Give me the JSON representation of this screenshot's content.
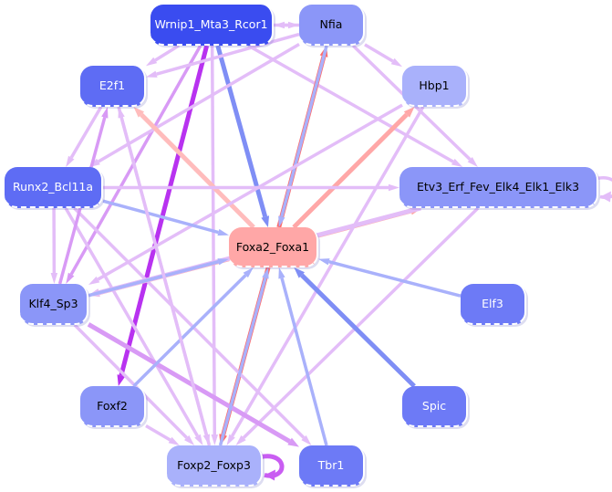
{
  "title": "Transcription factor regulatory network",
  "nodes": [
    {
      "id": "wrnip1",
      "label": "Wrnip1_Mta3_Rcor1",
      "color": "#3a4cf0",
      "text": "#ffffff"
    },
    {
      "id": "nfia",
      "label": "Nfia",
      "color": "#8b96f8",
      "text": "#000000"
    },
    {
      "id": "e2f1",
      "label": "E2f1",
      "color": "#5e6cf4",
      "text": "#ffffff"
    },
    {
      "id": "hbp1",
      "label": "Hbp1",
      "color": "#a9b1fb",
      "text": "#000000"
    },
    {
      "id": "runx2",
      "label": "Runx2_Bcl11a",
      "color": "#5e6cf4",
      "text": "#ffffff"
    },
    {
      "id": "etv3",
      "label": "Etv3_Erf_Fev_Elk4_Elk1_Elk3",
      "color": "#8b96f8",
      "text": "#000000"
    },
    {
      "id": "foxa2",
      "label": "Foxa2_Foxa1",
      "color": "#ffa7a7",
      "text": "#000000"
    },
    {
      "id": "klf4",
      "label": "Klf4_Sp3",
      "color": "#8b96f8",
      "text": "#000000"
    },
    {
      "id": "elf3",
      "label": "Elf3",
      "color": "#6d7af6",
      "text": "#ffffff"
    },
    {
      "id": "foxf2",
      "label": "Foxf2",
      "color": "#8b96f8",
      "text": "#000000"
    },
    {
      "id": "spic",
      "label": "Spic",
      "color": "#6d7af6",
      "text": "#ffffff"
    },
    {
      "id": "foxp2",
      "label": "Foxp2_Foxp3",
      "color": "#a9b1fb",
      "text": "#000000"
    },
    {
      "id": "tbr1",
      "label": "Tbr1",
      "color": "#6d7af6",
      "text": "#ffffff"
    }
  ],
  "edges": [
    {
      "from": "wrnip1",
      "to": "foxf2",
      "color": "#b832f0",
      "weight": "strong"
    },
    {
      "from": "wrnip1",
      "to": "foxa2",
      "color": "#7f8ef5",
      "weight": "strong"
    },
    {
      "from": "wrnip1",
      "to": "e2f1",
      "color": "#e3bdf8",
      "weight": "medium"
    },
    {
      "from": "wrnip1",
      "to": "nfia",
      "color": "#e3bdf8",
      "weight": "medium"
    },
    {
      "from": "wrnip1",
      "to": "etv3",
      "color": "#e3bdf8",
      "weight": "medium"
    },
    {
      "from": "wrnip1",
      "to": "klf4",
      "color": "#d89af5",
      "weight": "medium"
    },
    {
      "from": "wrnip1",
      "to": "foxp2",
      "color": "#e3bdf8",
      "weight": "medium"
    },
    {
      "from": "nfia",
      "to": "wrnip1",
      "color": "#e3bdf8",
      "weight": "medium"
    },
    {
      "from": "nfia",
      "to": "hbp1",
      "color": "#e3bdf8",
      "weight": "medium"
    },
    {
      "from": "nfia",
      "to": "e2f1",
      "color": "#e3bdf8",
      "weight": "medium"
    },
    {
      "from": "nfia",
      "to": "runx2",
      "color": "#e3bdf8",
      "weight": "medium"
    },
    {
      "from": "nfia",
      "to": "etv3",
      "color": "#e3bdf8",
      "weight": "medium"
    },
    {
      "from": "foxa2",
      "to": "nfia",
      "color": "#ff6b6b",
      "weight": "strong"
    },
    {
      "from": "nfia",
      "to": "foxa2",
      "color": "#a9b1fb",
      "weight": "medium"
    },
    {
      "from": "foxa2",
      "to": "hbp1",
      "color": "#ffa7a7",
      "weight": "strong"
    },
    {
      "from": "foxa2",
      "to": "etv3",
      "color": "#ffa7a7",
      "weight": "strong"
    },
    {
      "from": "foxa2",
      "to": "klf4",
      "color": "#ffa7a7",
      "weight": "strong"
    },
    {
      "from": "foxa2",
      "to": "e2f1",
      "color": "#ffbcbc",
      "weight": "strong"
    },
    {
      "from": "foxa2",
      "to": "foxp2",
      "color": "#ff6b6b",
      "weight": "strong"
    },
    {
      "from": "e2f1",
      "to": "runx2",
      "color": "#e3bdf8",
      "weight": "medium"
    },
    {
      "from": "e2f1",
      "to": "foxp2",
      "color": "#e3bdf8",
      "weight": "medium"
    },
    {
      "from": "hbp1",
      "to": "klf4",
      "color": "#e3bdf8",
      "weight": "medium"
    },
    {
      "from": "hbp1",
      "to": "foxp2",
      "color": "#e3bdf8",
      "weight": "medium"
    },
    {
      "from": "runx2",
      "to": "klf4",
      "color": "#e3bdf8",
      "weight": "medium"
    },
    {
      "from": "runx2",
      "to": "etv3",
      "color": "#e3bdf8",
      "weight": "medium"
    },
    {
      "from": "runx2",
      "to": "foxa2",
      "color": "#a9b1fb",
      "weight": "medium"
    },
    {
      "from": "runx2",
      "to": "foxp2",
      "color": "#e3bdf8",
      "weight": "medium"
    },
    {
      "from": "runx2",
      "to": "tbr1",
      "color": "#e3bdf8",
      "weight": "medium"
    },
    {
      "from": "etv3",
      "to": "etv3",
      "color": "#e3bdf8",
      "weight": "medium"
    },
    {
      "from": "etv3",
      "to": "klf4",
      "color": "#e3bdf8",
      "weight": "strong"
    },
    {
      "from": "etv3",
      "to": "foxp2",
      "color": "#e3bdf8",
      "weight": "medium"
    },
    {
      "from": "klf4",
      "to": "foxa2",
      "color": "#a9b1fb",
      "weight": "medium"
    },
    {
      "from": "klf4",
      "to": "tbr1",
      "color": "#d89af5",
      "weight": "strong"
    },
    {
      "from": "klf4",
      "to": "foxp2",
      "color": "#e3bdf8",
      "weight": "medium"
    },
    {
      "from": "klf4",
      "to": "e2f1",
      "color": "#d89af5",
      "weight": "medium"
    },
    {
      "from": "elf3",
      "to": "foxa2",
      "color": "#a9b1fb",
      "weight": "medium"
    },
    {
      "from": "spic",
      "to": "foxa2",
      "color": "#7f8ef5",
      "weight": "strong"
    },
    {
      "from": "foxf2",
      "to": "foxa2",
      "color": "#a9b1fb",
      "weight": "medium"
    },
    {
      "from": "foxf2",
      "to": "foxp2",
      "color": "#e3bdf8",
      "weight": "medium"
    },
    {
      "from": "tbr1",
      "to": "foxa2",
      "color": "#a9b1fb",
      "weight": "medium"
    },
    {
      "from": "foxp2",
      "to": "foxp2",
      "color": "#c95df2",
      "weight": "strong"
    },
    {
      "from": "foxp2",
      "to": "foxa2",
      "color": "#a9b1fb",
      "weight": "medium"
    },
    {
      "from": "foxp2",
      "to": "e2f1",
      "color": "#e3bdf8",
      "weight": "medium"
    }
  ]
}
